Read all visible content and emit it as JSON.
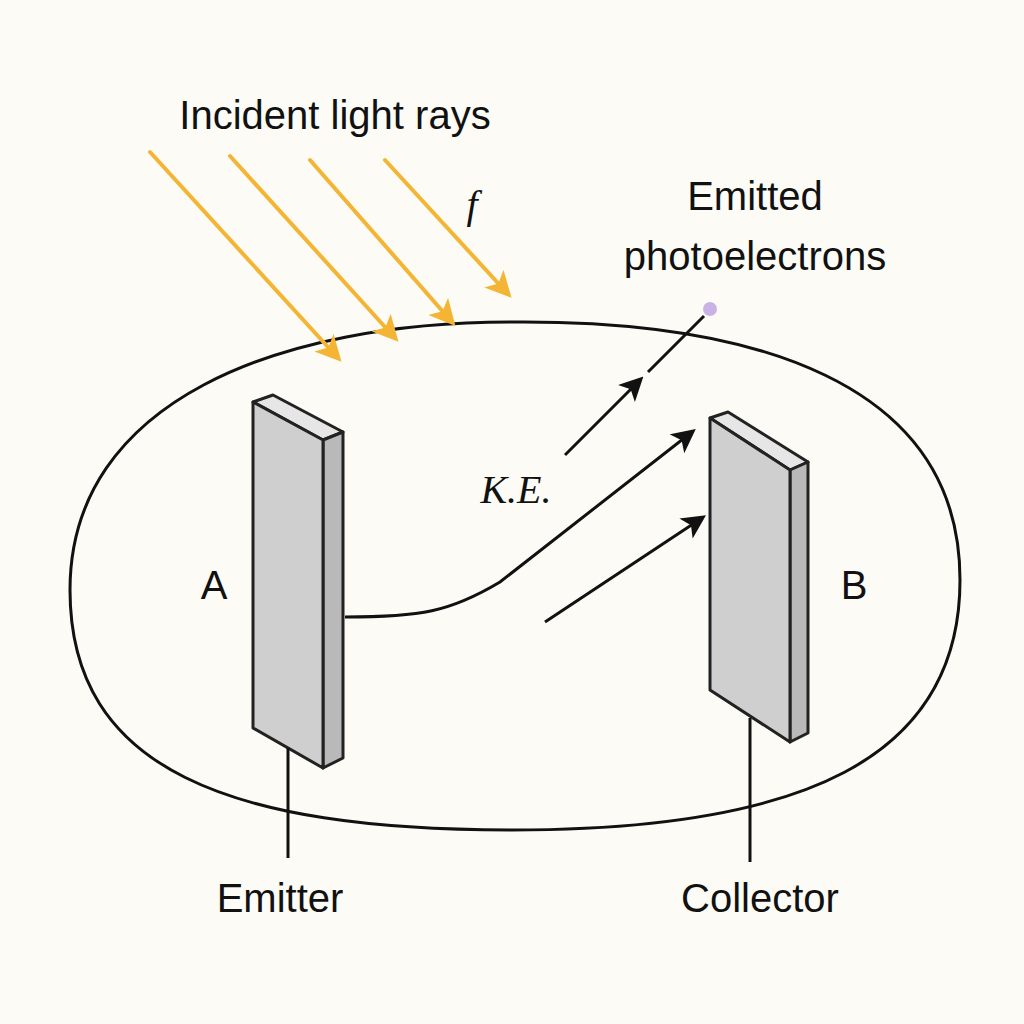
{
  "diagram": {
    "labels": [
      "Incident light rays",
      "f",
      "Emitted photoelectrons",
      "K.E.",
      "A",
      "B",
      "Emitter",
      "Collector"
    ]
  }
}
